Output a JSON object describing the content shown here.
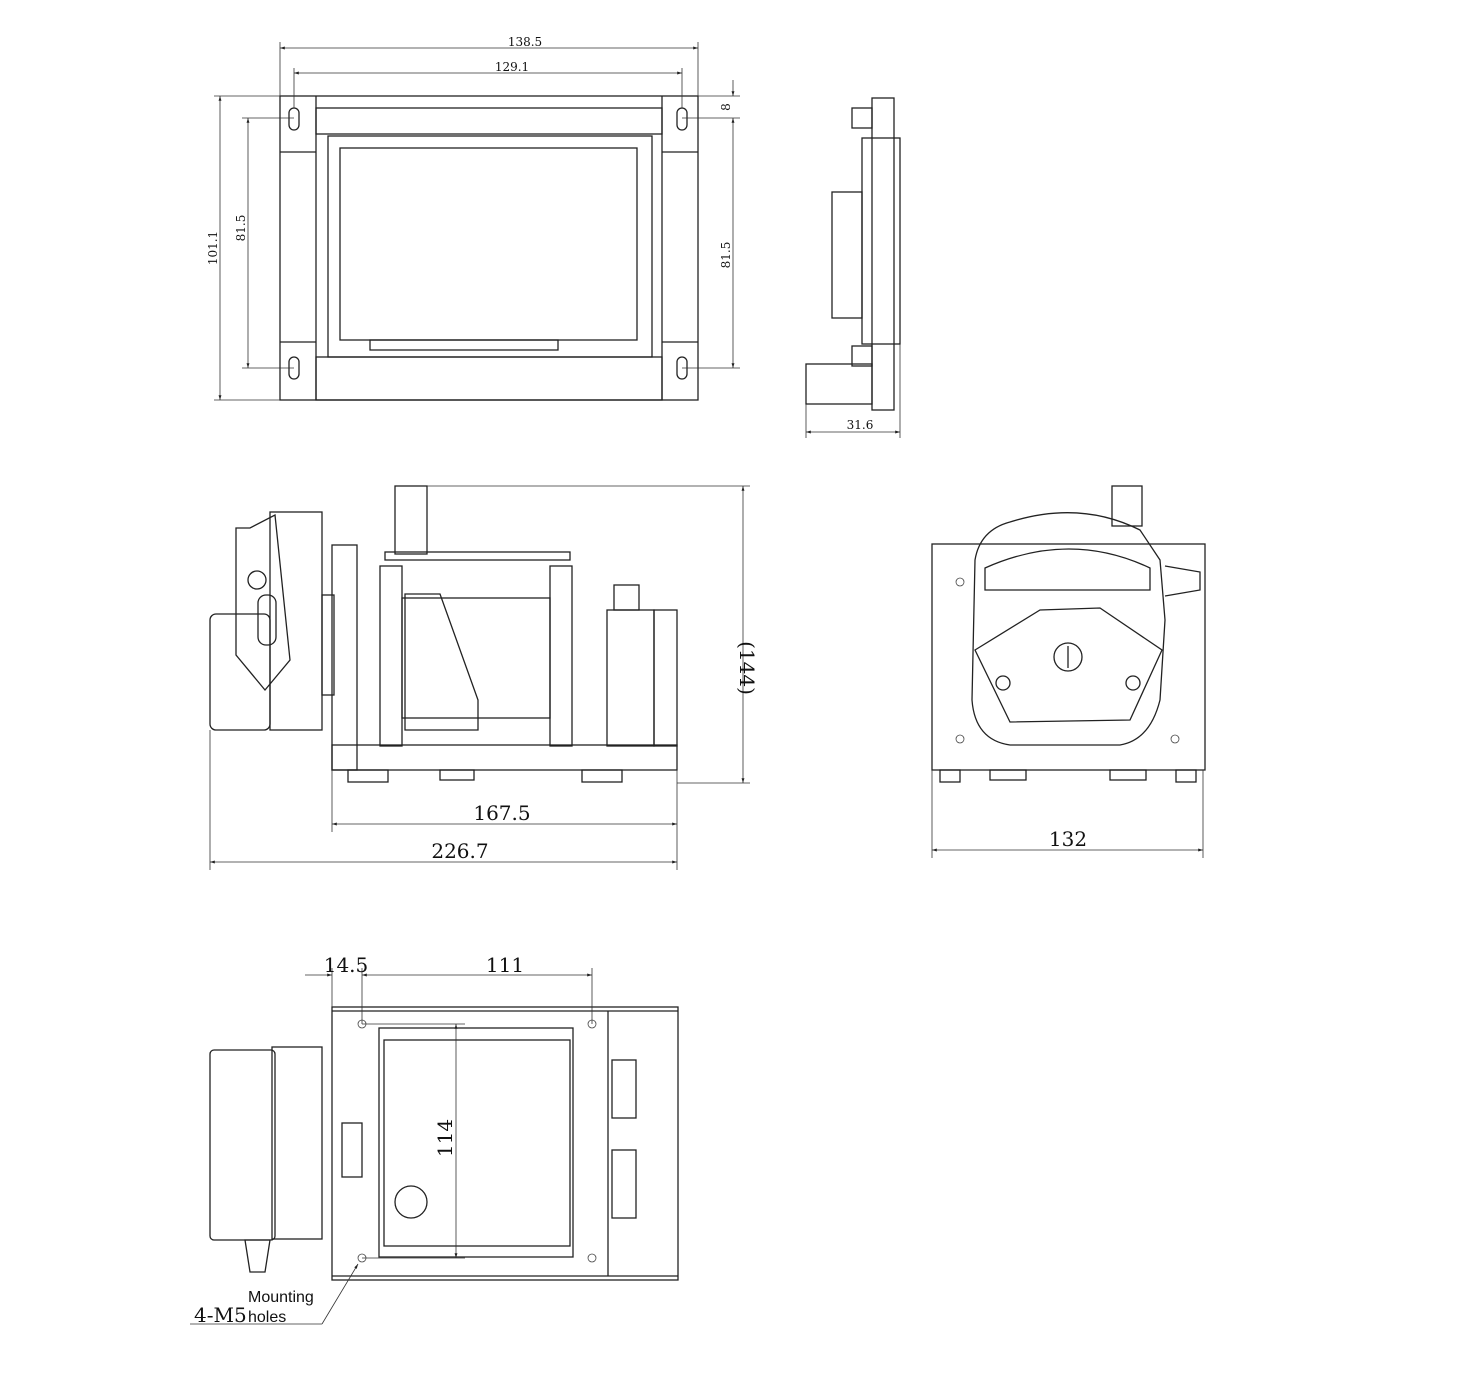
{
  "views": {
    "display_front": {
      "width_outer": "138.5",
      "width_holes": "129.1",
      "height_outer": "101.1",
      "height_holes_left": "81.5",
      "height_holes_right": "81.5",
      "hole_offset": "8"
    },
    "display_side": {
      "depth": "31.6"
    },
    "pump_side": {
      "height": "(144)",
      "base_length": "167.5",
      "total_length": "226.7"
    },
    "pump_front": {
      "width": "132"
    },
    "pump_bottom": {
      "edge_offset": "14.5",
      "hole_spacing_x": "111",
      "hole_spacing_y": "114",
      "hole_spec": "4-M5",
      "hole_note_line1": "Mounting",
      "hole_note_line2": "holes"
    }
  },
  "colors": {
    "line": "#222222",
    "background": "#ffffff"
  }
}
